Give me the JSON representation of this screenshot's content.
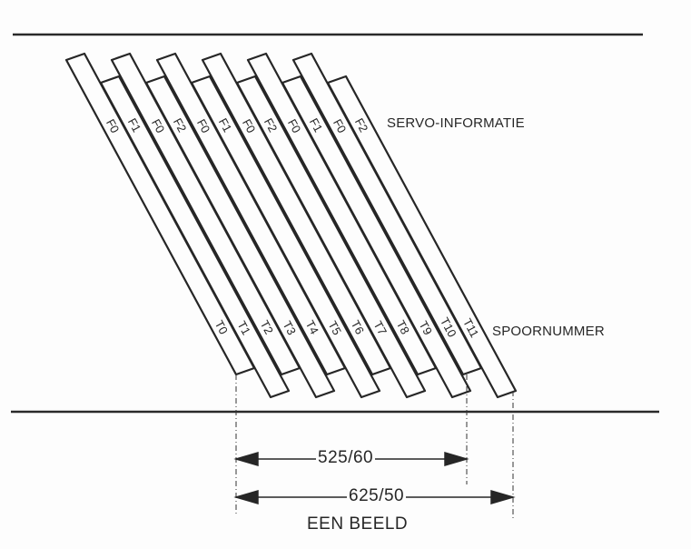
{
  "diagram": {
    "labels": {
      "servo": "SERVO-INFORMATIE",
      "track": "SPOORNUMMER",
      "dim_525": "525/60",
      "dim_625": "625/50",
      "frame": "EEN BEELD"
    },
    "strips": [
      {
        "field": "F0",
        "track": "T0",
        "layer": "front"
      },
      {
        "field": "F1",
        "track": "T1",
        "layer": "back"
      },
      {
        "field": "F0",
        "track": "T2",
        "layer": "front"
      },
      {
        "field": "F2",
        "track": "T3",
        "layer": "back"
      },
      {
        "field": "F0",
        "track": "T4",
        "layer": "front"
      },
      {
        "field": "F1",
        "track": "T5",
        "layer": "back"
      },
      {
        "field": "F0",
        "track": "T6",
        "layer": "front"
      },
      {
        "field": "F2",
        "track": "T7",
        "layer": "back"
      },
      {
        "field": "F0",
        "track": "T8",
        "layer": "front"
      },
      {
        "field": "F1",
        "track": "T9",
        "layer": "back"
      },
      {
        "field": "F0",
        "track": "T10",
        "layer": "front"
      },
      {
        "field": "F2",
        "track": "T11",
        "layer": "back"
      }
    ],
    "colors": {
      "ink": "#262626",
      "paper": "#fdfdfd"
    }
  }
}
